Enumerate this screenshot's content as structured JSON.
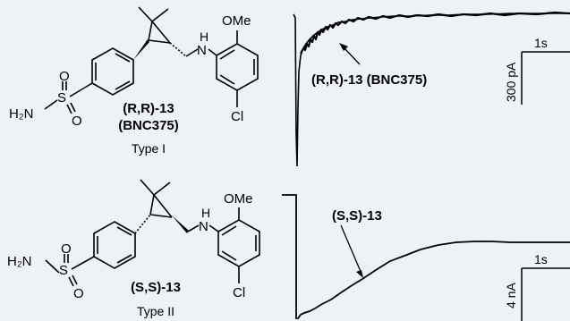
{
  "top": {
    "compound_name": "(R,R)-13",
    "compound_code": "(BNC375)",
    "type_label": "Type I",
    "trace_label": "(R,R)-13 (BNC375)",
    "scale_time": "1s",
    "scale_current": "300 pA"
  },
  "bottom": {
    "compound_name": "(S,S)-13",
    "type_label": "Type II",
    "trace_label": "(S,S)-13",
    "scale_time": "1s",
    "scale_current": "4 nA"
  },
  "atoms": {
    "methoxy": "OMe",
    "amine_h": "H",
    "amine_n": "N",
    "chloro": "Cl",
    "sulfonyl_o": "O",
    "sulfur": "S",
    "amide": "H₂N"
  },
  "colors": {
    "background": "#eef1f6",
    "ink": "#000000"
  }
}
